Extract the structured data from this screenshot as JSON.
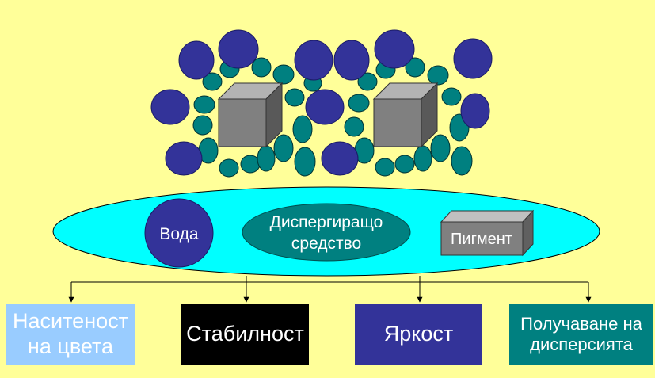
{
  "colors": {
    "background": "#ffff99",
    "water": "#333399",
    "dispersant": "#008080",
    "pigment_front": "#808080",
    "ellipse": "#00ffff"
  },
  "icons": [
    "water-molecule-circle",
    "dispersant-molecule-ellipse",
    "pigment-cube"
  ],
  "ellipse_labels": {
    "water": "Вода",
    "dispersant_line1": "Диспергиращо",
    "dispersant_line2": "средство",
    "pigment": "Пигмент"
  },
  "results": [
    {
      "lines": [
        "Наситеност",
        "на цвета"
      ]
    },
    {
      "lines": [
        "Стабилност"
      ]
    },
    {
      "lines": [
        "Яркост"
      ]
    },
    {
      "lines": [
        "Получаване на",
        "дисперсията"
      ]
    }
  ]
}
